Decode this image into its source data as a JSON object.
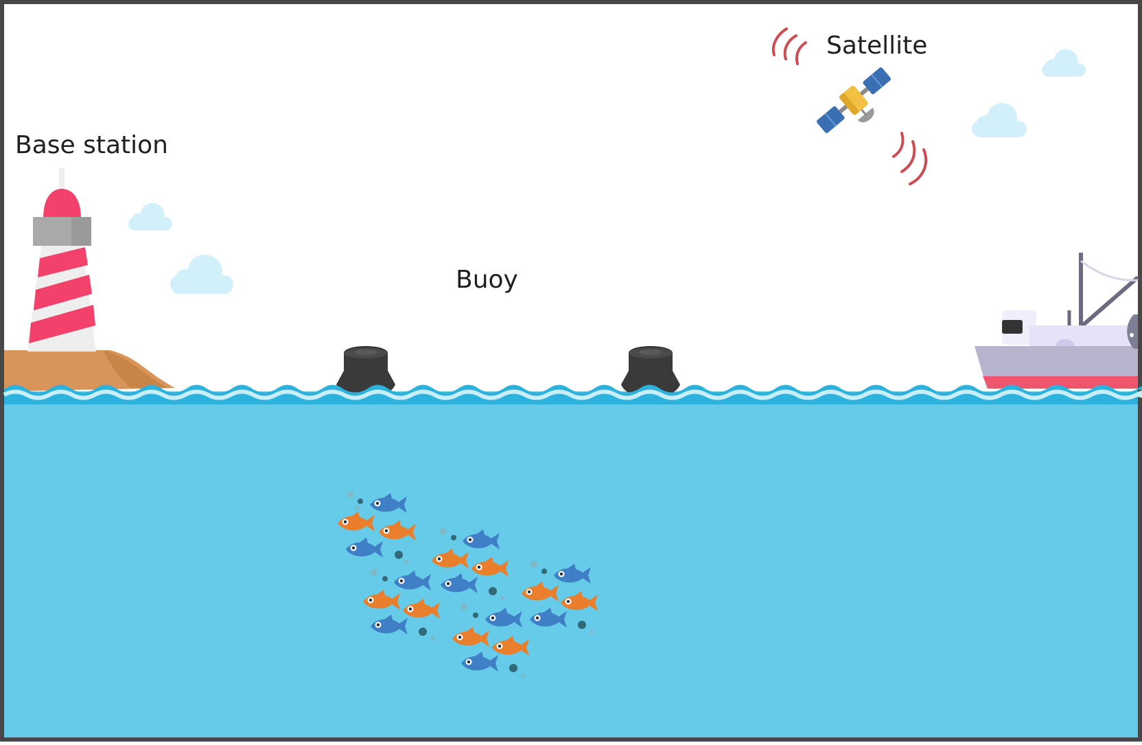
{
  "labels": {
    "base_station": "Base station",
    "buoy": "Buoy",
    "satellite": "Satellite"
  },
  "colors": {
    "frame": "#474747",
    "sky": "#ffffff",
    "sea": "#66cbe8",
    "wave_dark": "#2cb2dc",
    "wave_light": "#c8eef8",
    "cloud": "#d2f0fa",
    "lighthouse_red": "#f2416a",
    "lighthouse_gray": "#a9a9a9",
    "land": "#d8955a",
    "buoy": "#3a3a3a",
    "fish_blue": "#3f7fc6",
    "fish_orange": "#e97f2d",
    "signal": "#cd4b52",
    "satellite_panel": "#3a6fb4",
    "satellite_body": "#f2c043",
    "boat_hull": "#b9b4ce",
    "boat_cabin": "#e6e2f7",
    "boat_stripe": "#f0556e"
  },
  "icons": [
    "lighthouse-icon",
    "buoy-icon",
    "satellite-icon",
    "fishing-boat-icon",
    "fish-icon",
    "cloud-icon",
    "signal-waves-icon"
  ]
}
